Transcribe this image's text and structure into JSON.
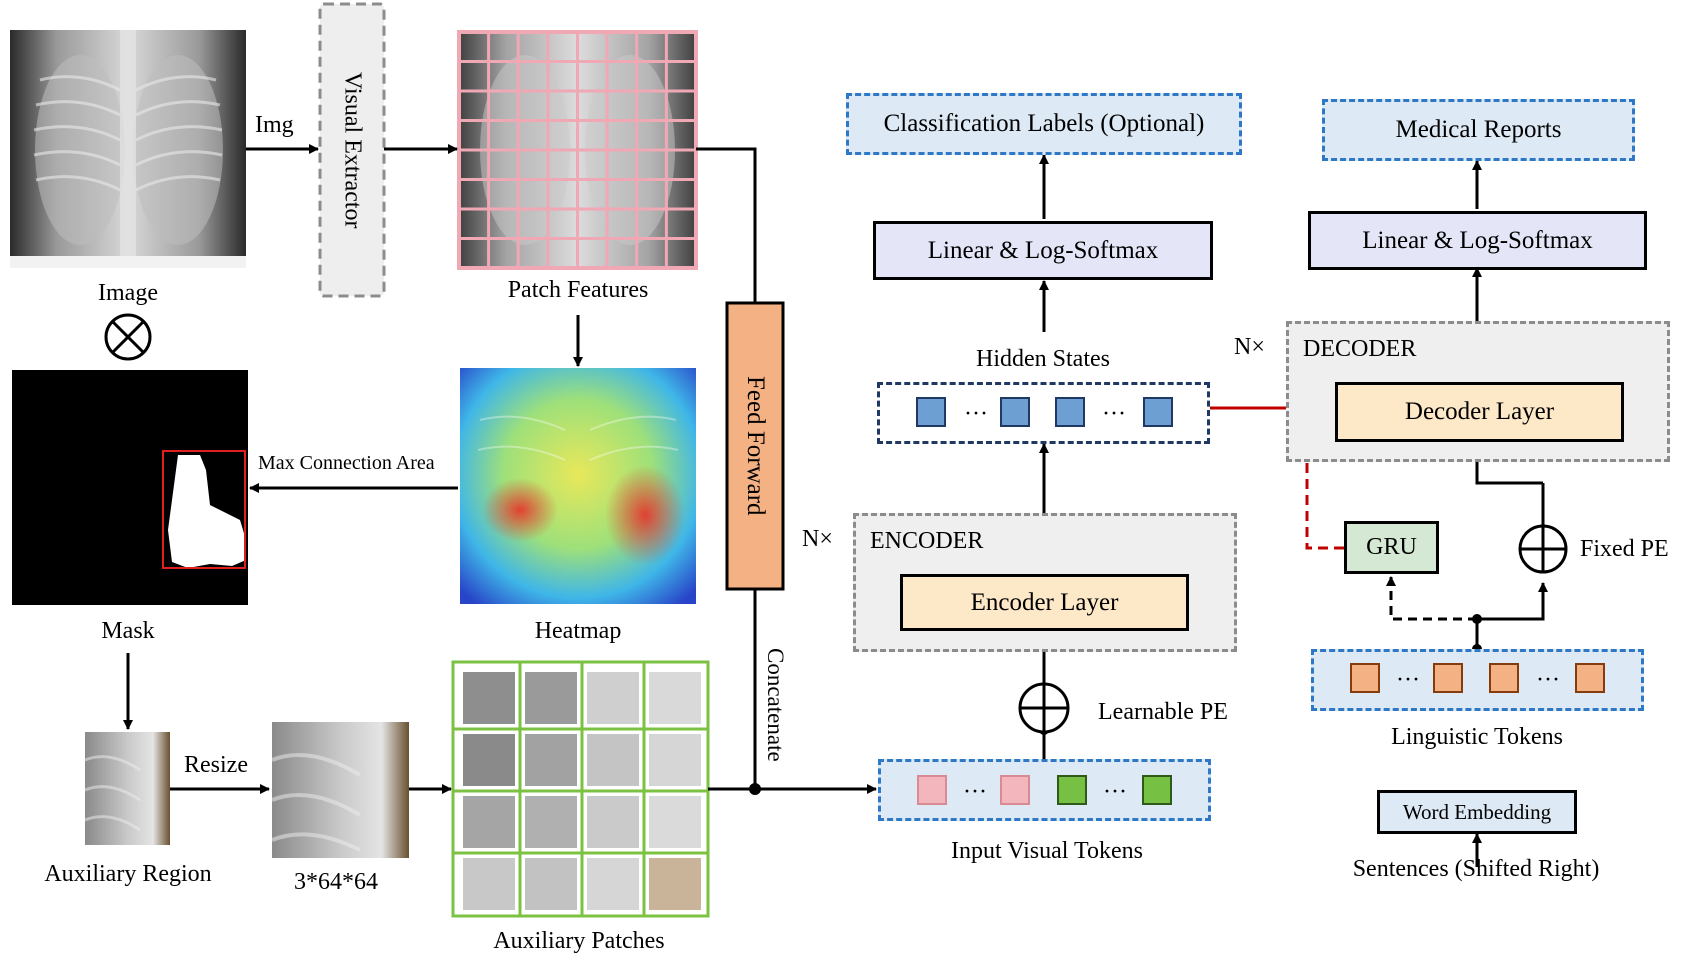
{
  "labels": {
    "img_arrow": "Img",
    "image": "Image",
    "visual_extractor": "Visual Extractor",
    "patch_features": "Patch Features",
    "max_connection_area": "Max Connection Area",
    "heatmap": "Heatmap",
    "mask": "Mask",
    "resize": "Resize",
    "auxiliary_region": "Auxiliary Region",
    "resized_size": "3*64*64",
    "auxiliary_patches": "Auxiliary Patches",
    "feed_forward": "Feed Forward",
    "concatenate": "Concatenate"
  },
  "encoder": {
    "classification_labels": "Classification Labels (Optional)",
    "linear_softmax": "Linear & Log-Softmax",
    "hidden_states": "Hidden States",
    "repeat": "N×",
    "title": "ENCODER",
    "layer": "Encoder Layer",
    "learnable_pe": "Learnable PE",
    "input_visual_tokens": "Input Visual Tokens"
  },
  "decoder": {
    "medical_reports": "Medical Reports",
    "linear_softmax": "Linear & Log-Softmax",
    "repeat": "N×",
    "title": "DECODER",
    "layer": "Decoder Layer",
    "gru": "GRU",
    "fixed_pe": "Fixed PE",
    "linguistic_tokens": "Linguistic Tokens",
    "word_embedding": "Word Embedding",
    "sentences": "Sentences (Shifted Right)"
  },
  "colors": {
    "dashed_blue": "#2e78c6",
    "light_blue_fill": "#dde9f4",
    "lavender_fill": "#e4e6f7",
    "peach_fill": "#fde8c8",
    "feed_forward_fill": "#f4b183",
    "gru_fill": "#d5e8d4",
    "red_arrow": "#c00000",
    "hidden_token": "#6d9fd3",
    "pink_token": "#f4b6bd",
    "green_token": "#76c043",
    "orange_token": "#f4b183"
  }
}
